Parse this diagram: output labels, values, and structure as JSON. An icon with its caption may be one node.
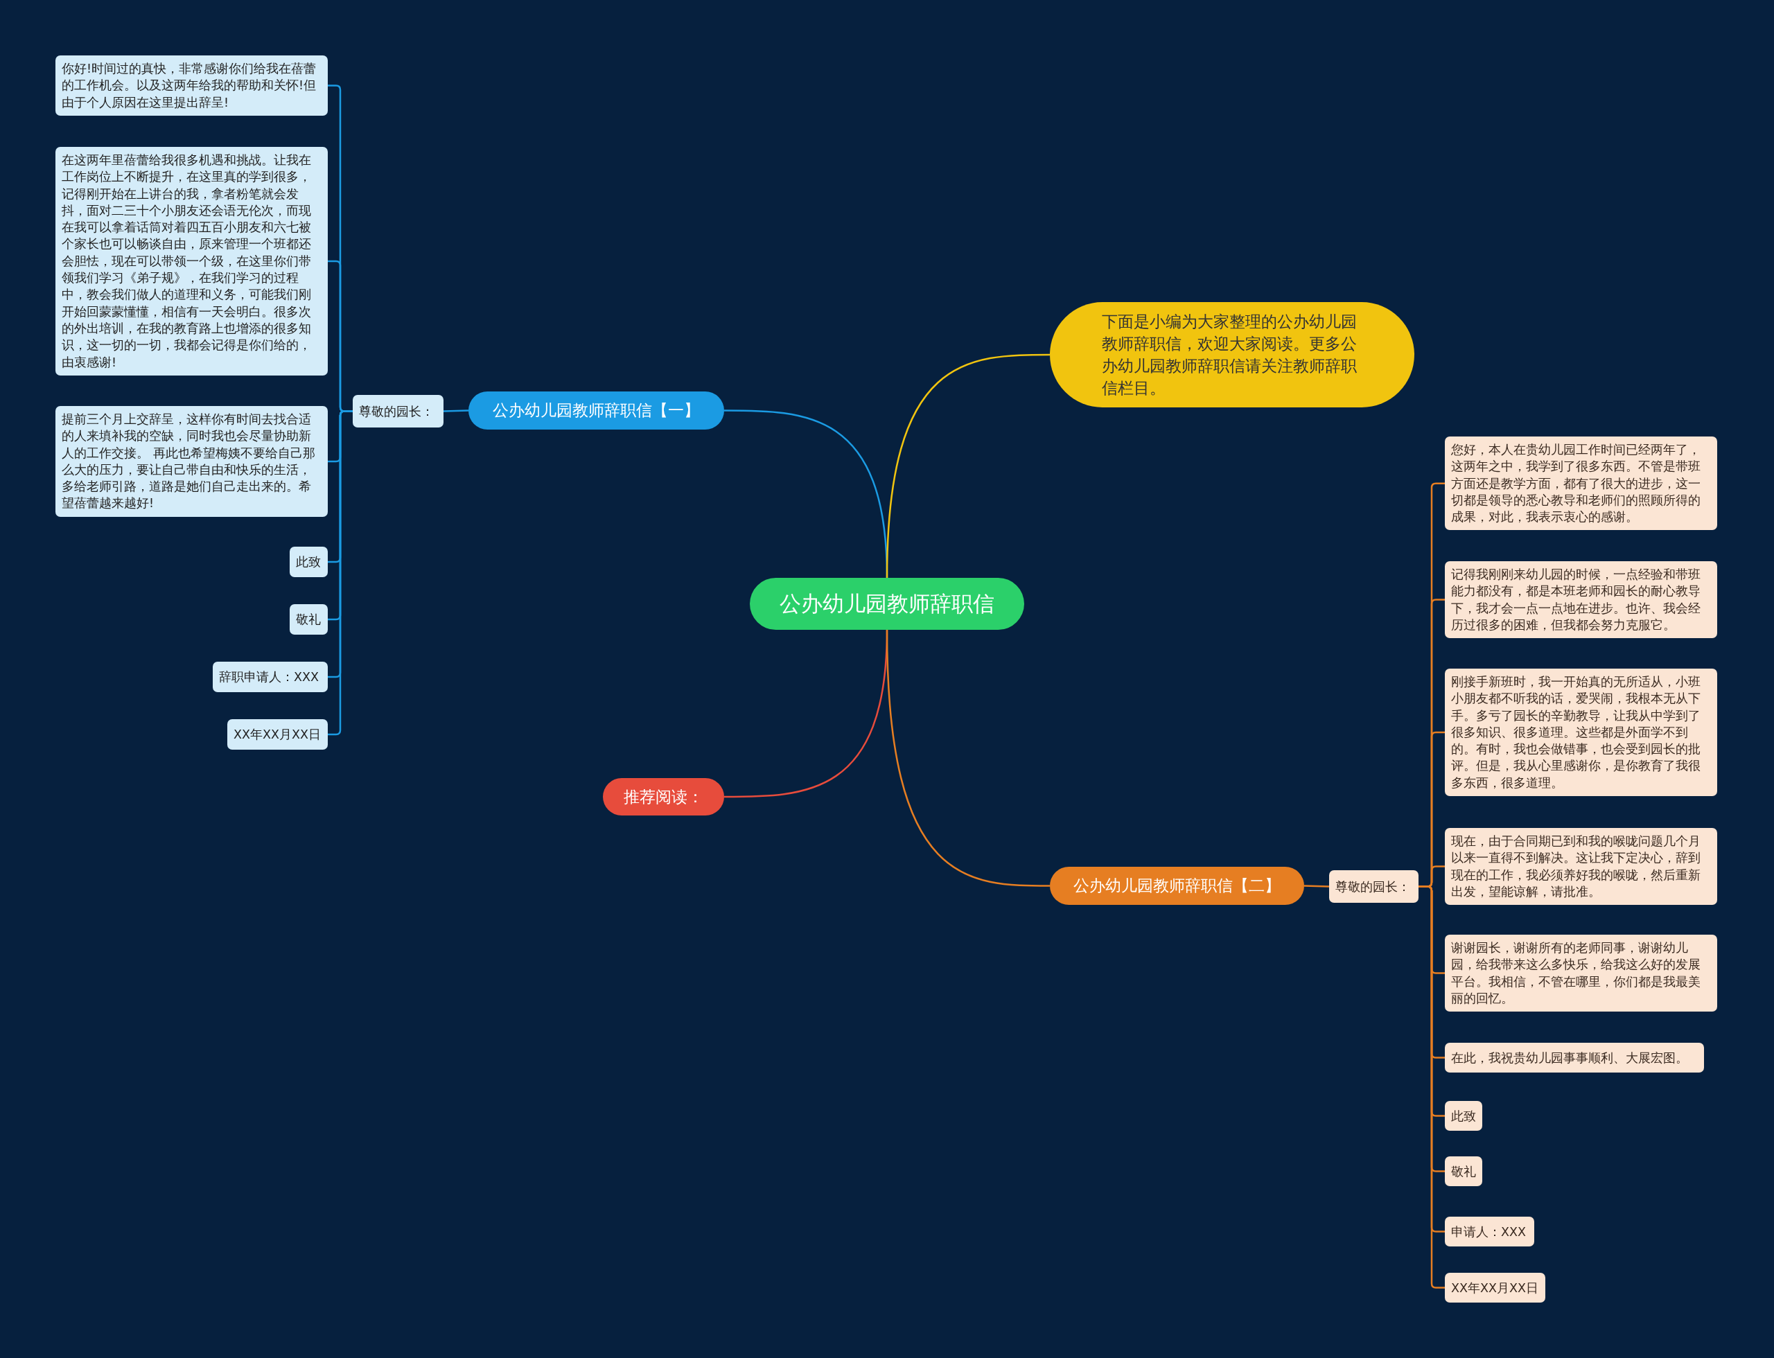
{
  "diagram": {
    "nodes": [
      {
        "text": [
          "公办幼儿园教师辞职信"
        ]
      },
      {
        "text": [
          "公办幼儿园教师辞职信【一】"
        ]
      },
      {
        "text": [
          "尊敬的园长："
        ]
      },
      {
        "text": [
          "你好!时间过的真快，非常感谢你们给我在蓓蕾的工作机会。以及这两年给我的帮助和关怀!但由于个人原因在这里提出辞呈!"
        ]
      },
      {
        "text": [
          "在这两年里蓓蕾给我很多机遇和挑战。让我在工作岗位上不断提升，在这里真的学到很多，记得刚开始在上讲台的我，拿者粉笔就会发抖，面对二三十个小朋友还会语无伦次，而现在我可以拿着话筒对着四五百小朋友和六七被个家长也可以畅谈自由，原来管理一个班都还会胆怯，现在可以带领一个级，在这里你们带领我们学习《弟子规》，在我们学习的过程中，教会我们做人的道理和义务，可能我们刚开始回蒙蒙懂懂，相信有一天会明白。很多次的外出培训，在我的教育路上也增添的很多知识，这一切的一切，我都会记得是你们给的，由衷感谢!"
        ]
      },
      {
        "text": [
          "提前三个月上交辞呈，这样你有时间去找合适的人来填补我的空缺，同时我也会尽量协助新人的工作交接。  再此也希望梅姨不要给自己那么大的压力，要让自己带自由和快乐的生活，多给老师引路，道路是她们自己走出来的。希望蓓蕾越来越好!"
        ]
      },
      {
        "text": [
          "此致"
        ]
      },
      {
        "text": [
          "敬礼"
        ]
      },
      {
        "text": [
          "辞职申请人：XXX"
        ]
      },
      {
        "text": [
          "XX年XX月XX日"
        ]
      },
      {
        "text": [
          "下面是小编为大家整理的公办幼儿园教师辞职信，欢迎大家阅读。更多公办幼儿园教师辞职信请关注教师辞职信栏目。"
        ]
      },
      {
        "text": [
          "推荐阅读："
        ]
      },
      {
        "text": [
          "公办幼儿园教师辞职信【二】"
        ]
      },
      {
        "text": [
          "尊敬的园长："
        ]
      },
      {
        "text": [
          "您好，本人在贵幼儿园工作时间已经两年了，这两年之中，我学到了很多东西。不管是带班方面还是教学方面，都有了很大的进步，这一切都是领导的悉心教导和老师们的照顾所得的成果，对此，我表示衷心的感谢。"
        ]
      },
      {
        "text": [
          "记得我刚刚来幼儿园的时候，一点经验和带班能力都没有，都是本班老师和园长的耐心教导下，我才会一点一点地在进步。也许、我会经历过很多的困难，但我都会努力克服它。"
        ]
      },
      {
        "text": [
          "刚接手新班时，我一开始真的无所适从，小班小朋友都不听我的话，爱哭闹，我根本无从下手。多亏了园长的辛勤教导，让我从中学到了很多知识、很多道理。这些都是外面学不到的。有时，我也会做错事，也会受到园长的批评。但是，我从心里感谢你，是你教育了我很多东西，很多道理。"
        ]
      },
      {
        "text": [
          "现在，由于合同期已到和我的喉咙问题几个月以来一直得不到解决。这让我下定决心，辞到现在的工作，我必须养好我的喉咙，然后重新出发，望能谅解，请批准。"
        ]
      },
      {
        "text": [
          "谢谢园长，谢谢所有的老师同事，谢谢幼儿园，给我带来这么多快乐，给我这么好的发展平台。我相信，不管在哪里，你们都是我最美丽的回忆。"
        ]
      },
      {
        "text": [
          "在此，我祝贵幼儿园事事顺利、大展宏图。"
        ]
      },
      {
        "text": [
          "此致"
        ]
      },
      {
        "text": [
          "敬礼"
        ]
      },
      {
        "text": [
          "申请人：XXX"
        ]
      },
      {
        "text": [
          "XX年XX月XX日"
        ]
      }
    ],
    "edges": [
      {
        "from": 0,
        "to": 1,
        "arrow": "none",
        "color": "#1b9be3"
      },
      {
        "from": 1,
        "to": 2,
        "arrow": "none",
        "color": "#1b9be3"
      },
      {
        "from": 2,
        "to": 3,
        "arrow": "none",
        "color": "#1b9be3"
      },
      {
        "from": 2,
        "to": 4,
        "arrow": "none",
        "color": "#1b9be3"
      },
      {
        "from": 2,
        "to": 5,
        "arrow": "none",
        "color": "#1b9be3"
      },
      {
        "from": 2,
        "to": 6,
        "arrow": "none",
        "color": "#1b9be3"
      },
      {
        "from": 2,
        "to": 7,
        "arrow": "none",
        "color": "#1b9be3"
      },
      {
        "from": 2,
        "to": 8,
        "arrow": "none",
        "color": "#1b9be3"
      },
      {
        "from": 2,
        "to": 9,
        "arrow": "none",
        "color": "#1b9be3"
      },
      {
        "from": 0,
        "to": 10,
        "arrow": "none",
        "color": "#f1c40f"
      },
      {
        "from": 0,
        "to": 11,
        "arrow": "none",
        "color": "#e74c3c"
      },
      {
        "from": 0,
        "to": 12,
        "arrow": "none"
      },
      {
        "from": 12,
        "to": 13,
        "arrow": "none"
      },
      {
        "from": 13,
        "to": 14,
        "arrow": "none"
      },
      {
        "from": 13,
        "to": 15,
        "arrow": "none"
      },
      {
        "from": 13,
        "to": 16,
        "arrow": "none"
      },
      {
        "from": 13,
        "to": 17,
        "arrow": "none"
      },
      {
        "from": 13,
        "to": 18,
        "arrow": "none"
      },
      {
        "from": 13,
        "to": 19,
        "arrow": "none"
      },
      {
        "from": 13,
        "to": 20,
        "arrow": "none"
      },
      {
        "from": 13,
        "to": 21,
        "arrow": "none"
      },
      {
        "from": 13,
        "to": 22,
        "arrow": "none"
      },
      {
        "from": 13,
        "to": 23,
        "arrow": "none"
      }
    ]
  }
}
